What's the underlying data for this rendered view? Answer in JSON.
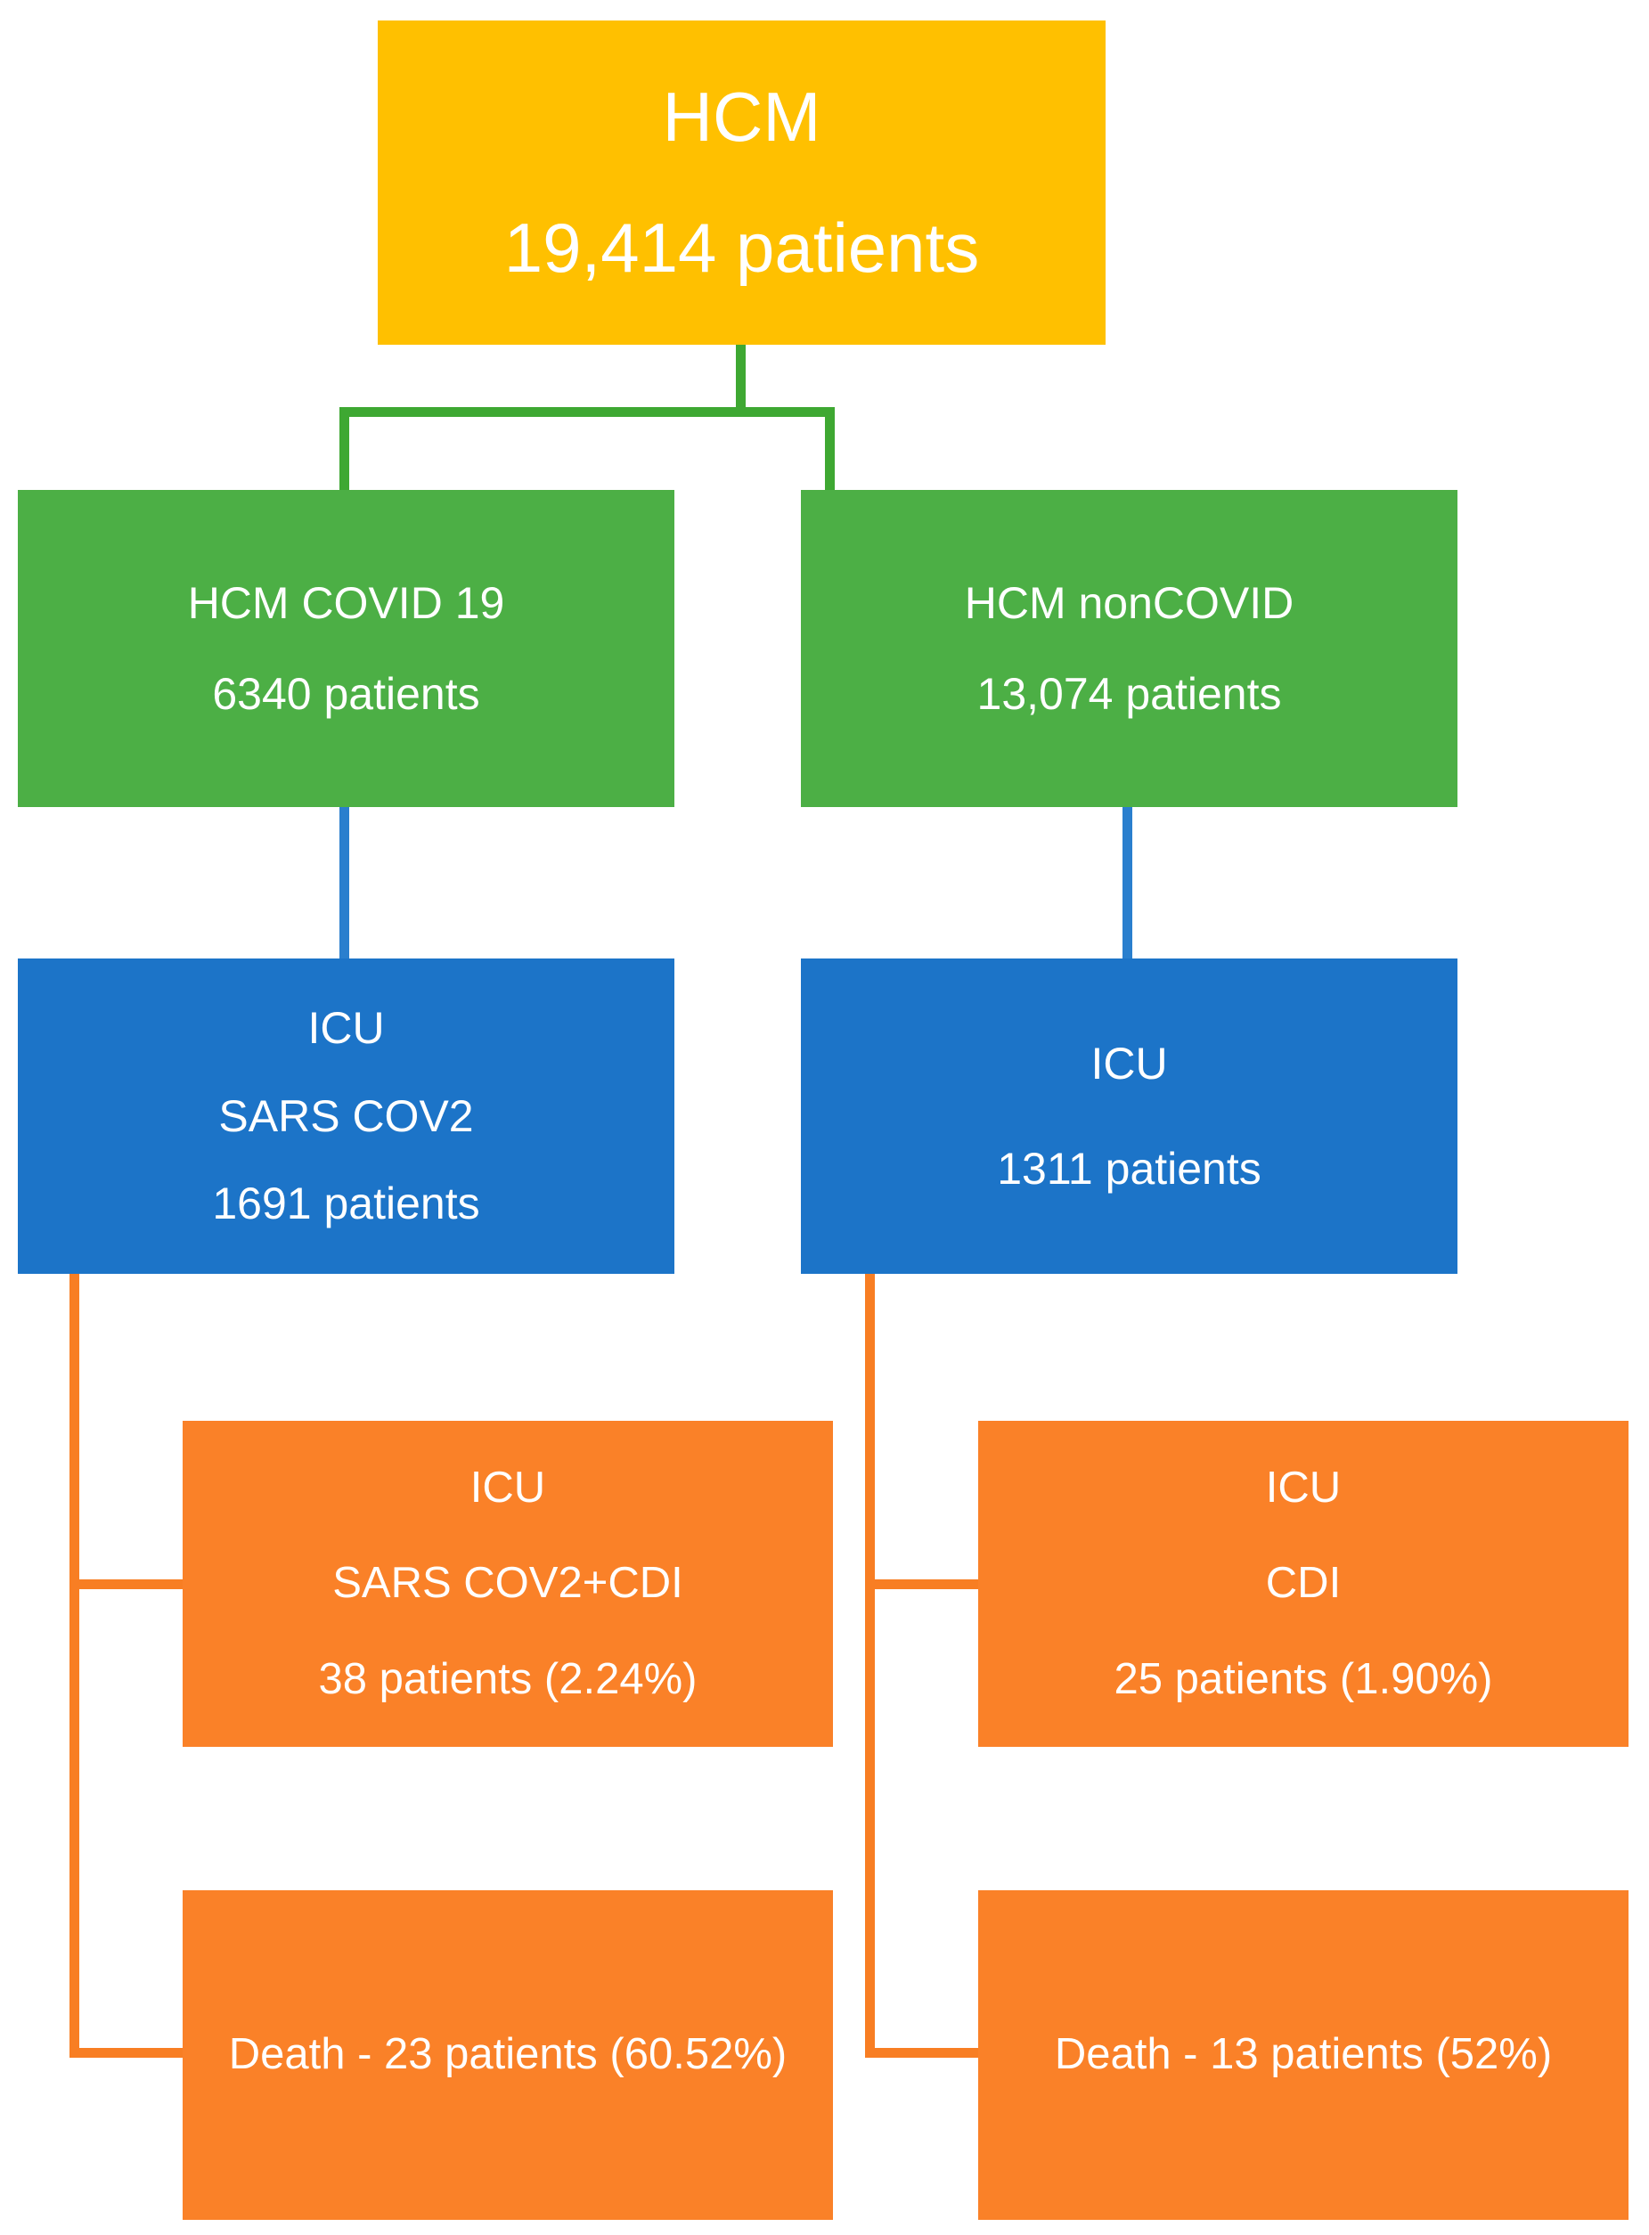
{
  "chart_data": {
    "type": "diagram",
    "title": "HCM COVID-19 / non-COVID ICU and CDI patient flow",
    "layout": "top-down flowchart, two branches",
    "nodes": [
      {
        "id": "root",
        "level": 0,
        "color": "#ffc000",
        "lines": [
          "HCM",
          "19,414 patients"
        ],
        "value": 19414
      },
      {
        "id": "hcm-covid",
        "level": 1,
        "color": "#4caf45",
        "lines": [
          "HCM COVID 19",
          "6340 patients"
        ],
        "value": 6340
      },
      {
        "id": "hcm-noncovid",
        "level": 1,
        "color": "#4caf45",
        "lines": [
          "HCM nonCOVID",
          "13,074 patients"
        ],
        "value": 13074
      },
      {
        "id": "icu-sars",
        "level": 2,
        "color": "#1c74c8",
        "lines": [
          "ICU",
          "SARS COV2",
          "1691 patients"
        ],
        "value": 1691
      },
      {
        "id": "icu-noncovid",
        "level": 2,
        "color": "#1c74c8",
        "lines": [
          "ICU",
          "1311 patients"
        ],
        "value": 1311
      },
      {
        "id": "icu-sars-cdi",
        "level": 3,
        "color": "#fa8128",
        "lines": [
          "ICU",
          "SARS COV2+CDI",
          "38 patients (2.24%)"
        ],
        "value": 38,
        "percent": 2.24
      },
      {
        "id": "icu-cdi",
        "level": 3,
        "color": "#fa8128",
        "lines": [
          "ICU",
          "CDI",
          "25 patients (1.90%)"
        ],
        "value": 25,
        "percent": 1.9
      },
      {
        "id": "death-covid",
        "level": 4,
        "color": "#fa8128",
        "lines": [
          "Death - 23 patients (60.52%)"
        ],
        "value": 23,
        "percent": 60.52
      },
      {
        "id": "death-noncovid",
        "level": 4,
        "color": "#fa8128",
        "lines": [
          "Death - 13 patients (52%)"
        ],
        "value": 13,
        "percent": 52
      }
    ],
    "edges": [
      {
        "from": "root",
        "to": "hcm-covid",
        "color": "#3ea832"
      },
      {
        "from": "root",
        "to": "hcm-noncovid",
        "color": "#3ea832"
      },
      {
        "from": "hcm-covid",
        "to": "icu-sars",
        "color": "#2a7fce"
      },
      {
        "from": "hcm-noncovid",
        "to": "icu-noncovid",
        "color": "#2a7fce"
      },
      {
        "from": "icu-sars",
        "to": "icu-sars-cdi",
        "color": "#f87e23"
      },
      {
        "from": "icu-sars",
        "to": "death-covid",
        "color": "#f87e23"
      },
      {
        "from": "icu-noncovid",
        "to": "icu-cdi",
        "color": "#f87e23"
      },
      {
        "from": "icu-noncovid",
        "to": "death-noncovid",
        "color": "#f87e23"
      }
    ]
  },
  "root": {
    "line1": "HCM",
    "line2": "19,414 patients"
  },
  "branch_covid": {
    "cohort": {
      "line1": "HCM COVID 19",
      "line2": "6340 patients"
    },
    "icu": {
      "line1": "ICU",
      "line2": "SARS COV2",
      "line3": "1691 patients"
    },
    "cdi": {
      "line1": "ICU",
      "line2": "SARS COV2+CDI",
      "line3": "38 patients (2.24%)"
    },
    "death": {
      "line1": "Death - 23 patients (60.52%)"
    }
  },
  "branch_noncovid": {
    "cohort": {
      "line1": "HCM nonCOVID",
      "line2": "13,074 patients"
    },
    "icu": {
      "line1": "ICU",
      "line2": "1311 patients"
    },
    "cdi": {
      "line1": "ICU",
      "line2": "CDI",
      "line3": "25 patients (1.90%)"
    },
    "death": {
      "line1": "Death - 13 patients (52%)"
    }
  },
  "colors": {
    "root_fill": "#ffc000",
    "cohort_fill": "#4caf45",
    "icu_fill": "#1c74c8",
    "outcome_fill": "#fa8128",
    "edge_green": "#3ea832",
    "edge_blue": "#2a7fce",
    "edge_orange": "#f87e23",
    "node_text": "#ffffff",
    "background": "#ffffff"
  }
}
